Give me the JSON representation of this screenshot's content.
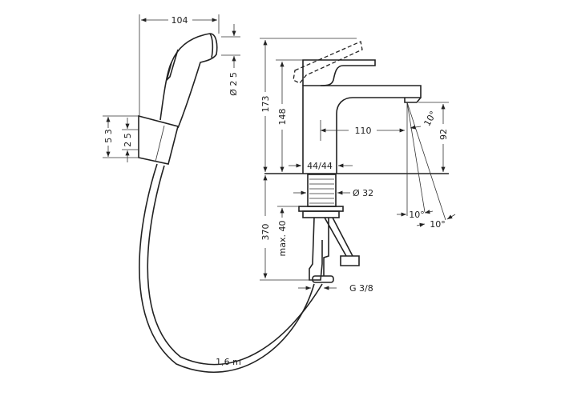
{
  "drawing": {
    "colors": {
      "line": "#222222",
      "background": "#ffffff"
    },
    "handshower": {
      "width_label": "104",
      "head_diameter_label": "Ø 2 5",
      "holder_height_label": "5 3",
      "holder_inner_label": "2 5",
      "hose_length_label": "1,6 m"
    },
    "faucet": {
      "total_height_label": "173",
      "body_height_label": "148",
      "spout_reach_label": "110",
      "spout_height_label": "92",
      "angle_label_top": "10°",
      "angle_label_bottom_1": "10°",
      "angle_label_bottom_2": "10°",
      "body_width_label": "44/44",
      "shank_diameter_label": "Ø 32",
      "below_counter_label": "370",
      "max_thickness_label": "max. 40",
      "connection_label": "G 3/8"
    }
  }
}
